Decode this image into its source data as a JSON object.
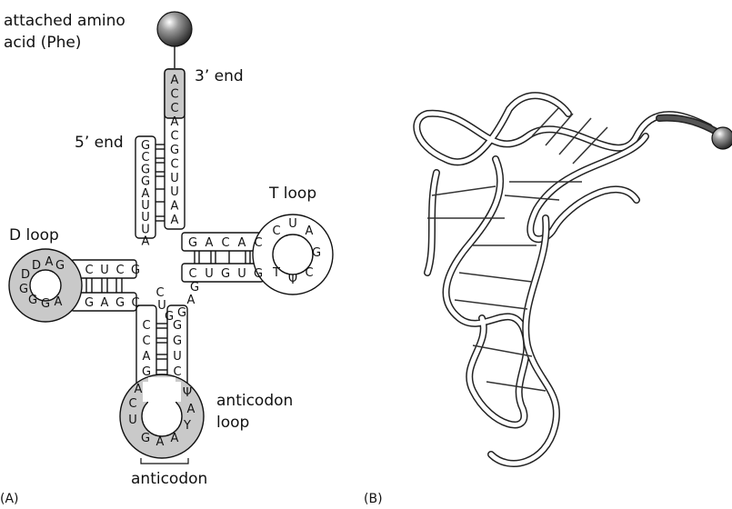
{
  "panel_a": {
    "label": "(A)",
    "attached_amino_acid_label": [
      "attached amino",
      "acid (Phe)"
    ],
    "three_prime_label": "3’ end",
    "five_prime_label": "5’ end",
    "t_loop_label": "T loop",
    "d_loop_label": "D loop",
    "anticodon_loop_label": [
      "anticodon",
      "loop"
    ],
    "anticodon_label": "anticodon",
    "acceptor_3prime_strand": [
      "A",
      "C",
      "C",
      "A",
      "C",
      "G",
      "C",
      "U",
      "U",
      "A",
      "A"
    ],
    "acceptor_5prime_strand": [
      "G",
      "C",
      "G",
      "G",
      "A",
      "U",
      "U",
      "U",
      "A"
    ],
    "d_arm_top": [
      "C",
      "U",
      "C",
      "G"
    ],
    "d_arm_bottom": [
      "G",
      "A",
      "G",
      "C"
    ],
    "d_loop": [
      "G",
      "A",
      "D",
      "D",
      "G",
      "G",
      "G",
      "A"
    ],
    "t_arm_top": [
      "G",
      "A",
      "C",
      "A",
      "C"
    ],
    "t_arm_bottom": [
      "C",
      "U",
      "G",
      "U",
      "G"
    ],
    "t_loop": [
      "C",
      "U",
      "A",
      "G",
      "C",
      "Ψ",
      "T"
    ],
    "anticodon_stem_left": [
      "C",
      "C",
      "A",
      "G"
    ],
    "anticodon_stem_right": [
      "G",
      "G",
      "U",
      "C"
    ],
    "anticodon_loop": [
      "A",
      "C",
      "U",
      "G",
      "A",
      "A",
      "Y",
      "A",
      "Ψ"
    ],
    "variable_loop": [
      "C",
      "U",
      "G",
      "G",
      "A",
      "G"
    ]
  },
  "panel_b": {
    "label": "(B)"
  },
  "colors": {
    "shaded": "#c9c9c9",
    "ink": "#111111",
    "sphere": "#777777"
  }
}
